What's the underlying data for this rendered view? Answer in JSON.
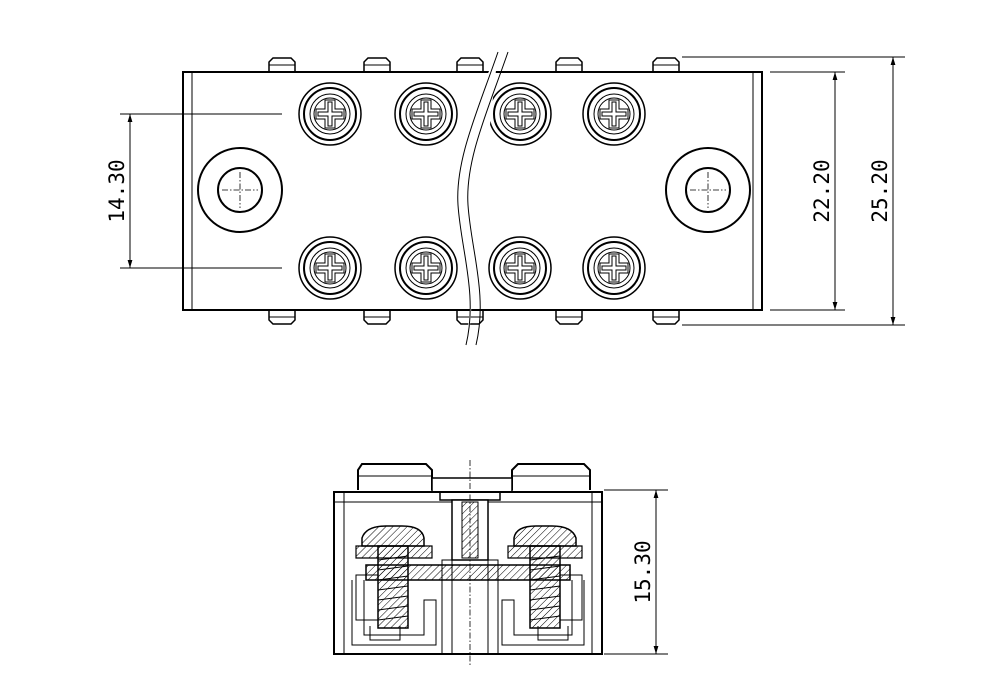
{
  "dimensions": {
    "top_left_height": "14.30",
    "top_right_inner_height": "22.20",
    "top_right_outer_height": "25.20",
    "section_height": "15.30"
  }
}
